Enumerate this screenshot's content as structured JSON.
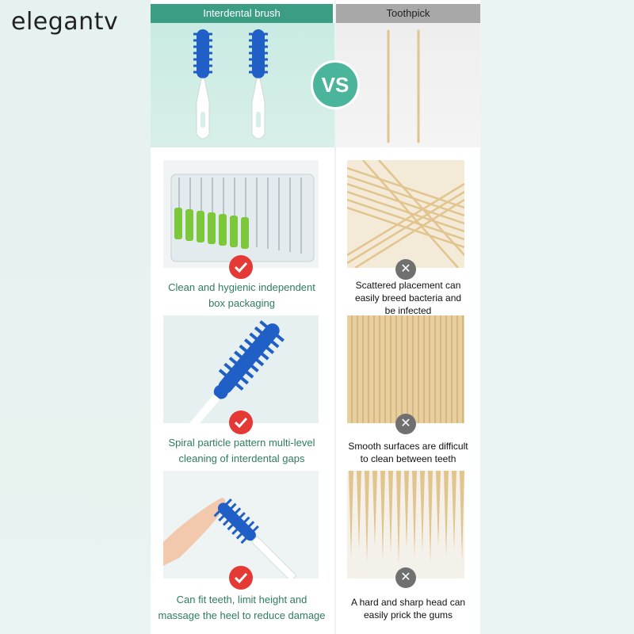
{
  "brand": "elegantv",
  "header": {
    "left": "Interdental brush",
    "right": "Toothpick",
    "vs": "VS"
  },
  "left_items": [
    {
      "line1": "Clean and hygienic independent",
      "line2": "box packaging",
      "icon": "check-icon"
    },
    {
      "line1": "Spiral particle pattern multi-level",
      "line2": "cleaning of interdental gaps",
      "icon": "check-icon"
    },
    {
      "line1": "Can fit teeth, limit height and",
      "line2": "massage the heel to reduce damage",
      "icon": "check-icon"
    }
  ],
  "right_items": [
    {
      "line1": "Scattered placement can",
      "line2": "easily breed bacteria and",
      "line3": "be infected",
      "icon": "x-icon"
    },
    {
      "line1": "Smooth surfaces are difficult",
      "line2": "to clean between teeth",
      "line3": "",
      "icon": "x-icon"
    },
    {
      "line1": "A hard and sharp head can",
      "line2": "easily prick the gums",
      "line3": "",
      "icon": "x-icon"
    }
  ],
  "colors": {
    "accent": "#3a9d84",
    "vs": "#4bb59b",
    "check": "#e53935",
    "cross": "#707070",
    "caption_green": "#2e7d5b",
    "brush_blue": "#1f5fc6",
    "brush_green": "#7cc83a",
    "wood": "#e2c48e"
  }
}
